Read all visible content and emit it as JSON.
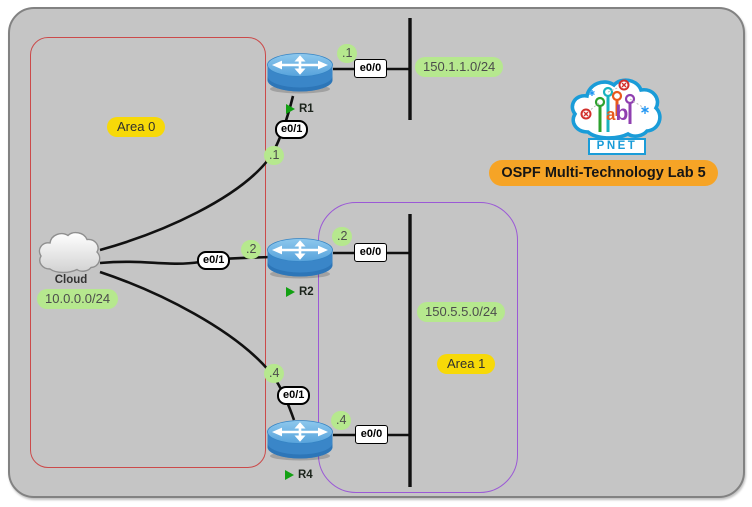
{
  "banner": {
    "title": "OSPF Multi-Technology Lab 5"
  },
  "logo": {
    "letter_a": "a",
    "letter_b": "b",
    "name": "PNET"
  },
  "areas": {
    "area0": {
      "label": "Area 0"
    },
    "area1": {
      "label": "Area 1"
    }
  },
  "cloud": {
    "label": "Cloud",
    "network": "10.0.0.0/24"
  },
  "segments": {
    "lan1": {
      "network": "150.1.1.0/24"
    },
    "lan2": {
      "network": "150.5.5.0/24"
    }
  },
  "routers": {
    "r1": {
      "name": "R1",
      "e00_label": "e0/0",
      "e00_ip": ".1",
      "e01_label": "e0/1",
      "e01_ip": ".1"
    },
    "r2": {
      "name": "R2",
      "e00_label": "e0/0",
      "e00_ip": ".2",
      "e01_label": "e0/1",
      "e01_ip": ".2"
    },
    "r4": {
      "name": "R4",
      "e00_label": "e0/0",
      "e00_ip": ".4",
      "e01_label": "e0/1",
      "e01_ip": ".4"
    }
  },
  "colors": {
    "canvas_bg": "#c5c5c5",
    "area0_border": "#cb4a4a",
    "area1_border": "#9b59d6",
    "ip_pill_bg": "#b6e88e",
    "area_pill_bg": "#f7d908",
    "banner_bg": "#f6a426",
    "router_blue": "#4292d4",
    "link": "#111111"
  }
}
